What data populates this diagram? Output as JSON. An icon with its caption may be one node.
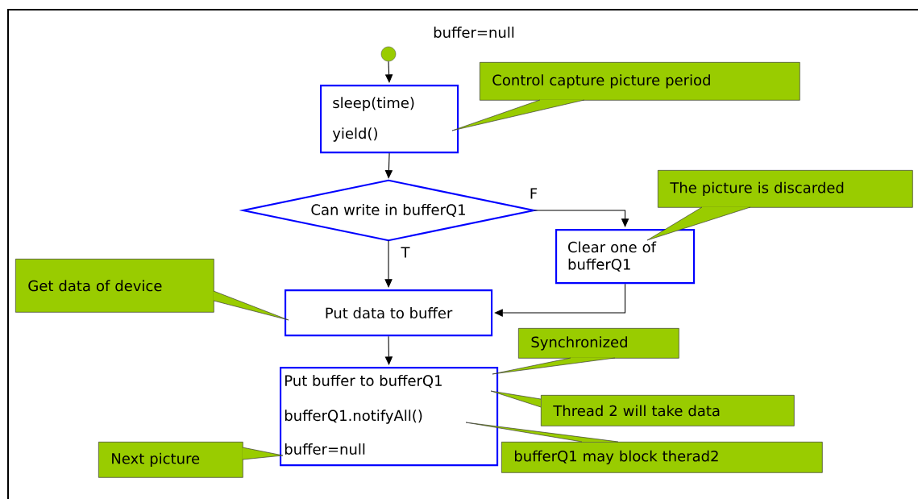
{
  "diagram": {
    "nodes": [
      {
        "text": [],
        "shape": "circle"
      },
      {
        "text": [
          "sleep(time)",
          "yield()"
        ]
      },
      {
        "text": [
          "Can write in bufferQ1"
        ]
      },
      {
        "text": [
          "Clear one of bufferQ1"
        ]
      },
      {
        "text": [
          "Put data to buffer"
        ]
      },
      {
        "text": [
          "Put buffer to bufferQ1",
          "bufferQ1.notifyAll()",
          "buffer=null"
        ]
      },
      {
        "text": [
          "Control capture picture period"
        ]
      },
      {
        "text": [
          "The picture is discarded"
        ]
      },
      {
        "text": [
          "Get data of device"
        ]
      },
      {
        "text": [
          "Synchronized"
        ]
      },
      {
        "text": [
          "Thread 2 will take data"
        ]
      },
      {
        "text": [
          "bufferQ1 may block therad2"
        ]
      },
      {
        "text": [
          "Next picture"
        ]
      }
    ],
    "edges": [
      {
        "from": 0,
        "to": 1,
        "arrow": "to"
      },
      {
        "from": 1,
        "to": 2,
        "arrow": "to"
      },
      {
        "from": 2,
        "to": 3,
        "arrow": "to",
        "label": "F"
      },
      {
        "from": 2,
        "to": 4,
        "arrow": "to",
        "label": "T"
      },
      {
        "from": 3,
        "to": 4,
        "arrow": "to"
      },
      {
        "from": 4,
        "to": 5,
        "arrow": "to"
      },
      {
        "from": 6,
        "to": 1,
        "arrow": "none"
      },
      {
        "from": 7,
        "to": 3,
        "arrow": "none"
      },
      {
        "from": 8,
        "to": 4,
        "arrow": "none"
      },
      {
        "from": 9,
        "to": 5,
        "arrow": "none"
      },
      {
        "from": 10,
        "to": 5,
        "arrow": "none"
      },
      {
        "from": 11,
        "to": 5,
        "arrow": "none"
      },
      {
        "from": 12,
        "to": 5,
        "arrow": "none"
      }
    ],
    "labels": [
      "buffer=null"
    ]
  }
}
